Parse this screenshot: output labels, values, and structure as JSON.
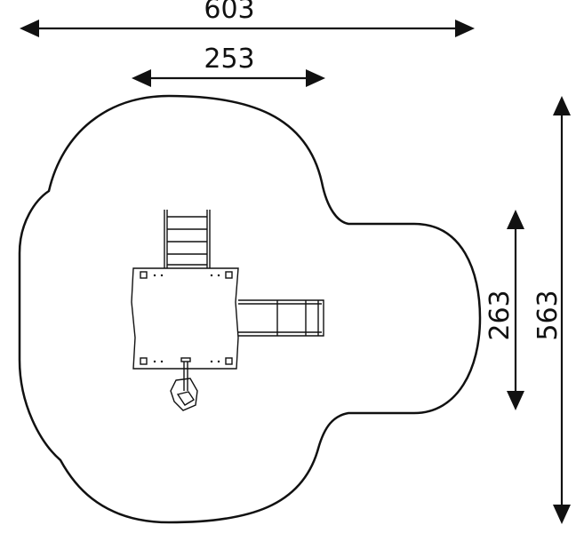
{
  "dimensions": {
    "overall_width": "603",
    "platform_width": "253",
    "extension_height": "263",
    "overall_height": "563"
  },
  "colors": {
    "line": "#111111",
    "background": "#ffffff"
  }
}
